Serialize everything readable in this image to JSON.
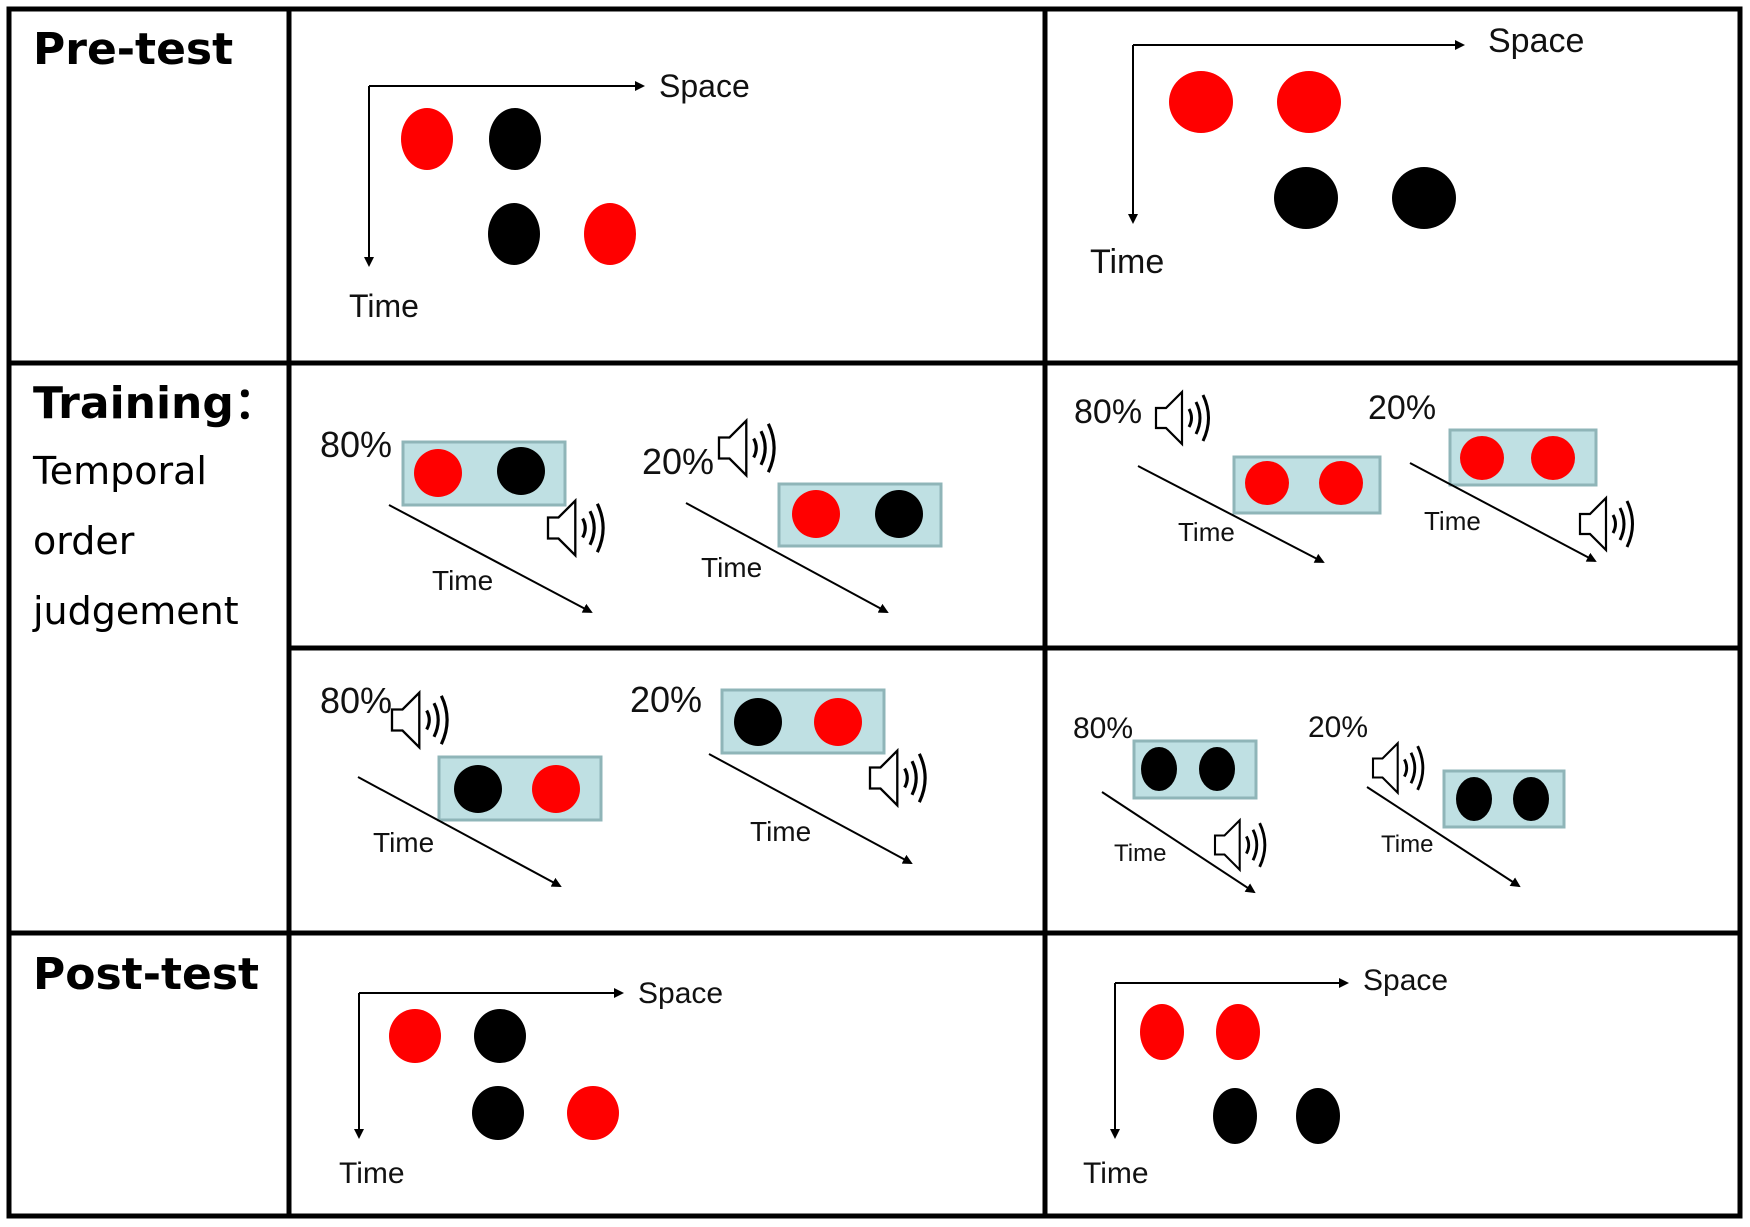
{
  "colors": {
    "red": "#ff0000",
    "black": "#000000",
    "box_fill": "#bfe0e3",
    "box_stroke": "#8fb5b8",
    "grid": "#000000"
  },
  "rows": {
    "pretest": {
      "title": "Pre-test"
    },
    "training": {
      "title": "Training：",
      "subtitle_lines": [
        "Temporal",
        "order",
        "judgement"
      ]
    },
    "posttest": {
      "title": "Post-test"
    }
  },
  "axis_labels": {
    "space": "Space",
    "time": "Time"
  },
  "training_labels": {
    "high": "80%",
    "low": "20%"
  },
  "icons": {
    "sound": "speaker-icon"
  },
  "stimuli": {
    "pretest_left": [
      [
        "red",
        "black"
      ],
      [
        "black",
        "red"
      ]
    ],
    "pretest_right": [
      [
        "red",
        "red"
      ],
      [
        "black",
        "black"
      ]
    ],
    "posttest_left": [
      [
        "red",
        "black"
      ],
      [
        "black",
        "red"
      ]
    ],
    "posttest_right": [
      [
        "red",
        "red"
      ],
      [
        "black",
        "black"
      ]
    ],
    "training_tl": {
      "p80": [
        "red",
        "black"
      ],
      "p20": [
        "red",
        "black"
      ]
    },
    "training_tr": {
      "p80": [
        "red",
        "red"
      ],
      "p20": [
        "red",
        "red"
      ]
    },
    "training_bl": {
      "p80": [
        "black",
        "red"
      ],
      "p20": [
        "black",
        "red"
      ]
    },
    "training_br": {
      "p80": [
        "black",
        "black"
      ],
      "p20": [
        "black",
        "black"
      ]
    }
  }
}
